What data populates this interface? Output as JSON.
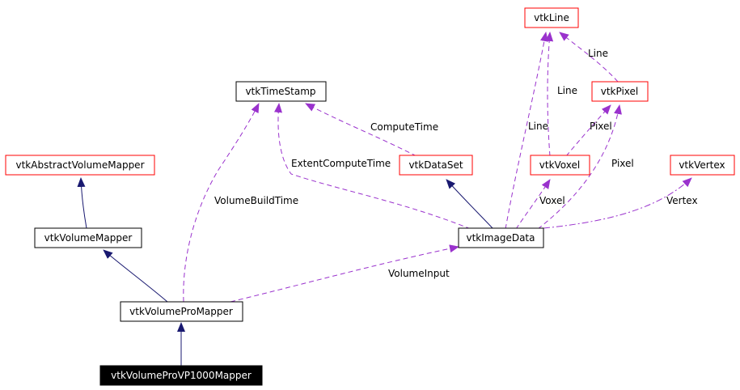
{
  "colors": {
    "inheritance_edge": "#191970",
    "usage_edge": "#9a32cd",
    "documented_node_border": "#000000",
    "undocumented_node_border": "#ff0000",
    "focus_node_fill": "#000000",
    "focus_node_text": "#ffffff"
  },
  "nodes": {
    "vtkLine": "vtkLine",
    "vtkPixel": "vtkPixel",
    "vtkTimeStamp": "vtkTimeStamp",
    "vtkAbstractVolumeMapper": "vtkAbstractVolumeMapper",
    "vtkDataSet": "vtkDataSet",
    "vtkVoxel": "vtkVoxel",
    "vtkVertex": "vtkVertex",
    "vtkVolumeMapper": "vtkVolumeMapper",
    "vtkImageData": "vtkImageData",
    "vtkVolumeProMapper": "vtkVolumeProMapper",
    "vtkVolumeProVP1000Mapper": "vtkVolumeProVP1000Mapper"
  },
  "edge_labels": {
    "pixel_line": "Line",
    "voxel_line": "Line",
    "imagedata_line": "Line",
    "voxel_pixel": "Pixel",
    "imagedata_pixel": "Pixel",
    "dataset_computetime": "ComputeTime",
    "imagedata_extentcomputetime": "ExtentComputeTime",
    "volumebuildtime": "VolumeBuildTime",
    "imagedata_voxel": "Voxel",
    "imagedata_vertex": "Vertex",
    "volumeinput": "VolumeInput"
  }
}
